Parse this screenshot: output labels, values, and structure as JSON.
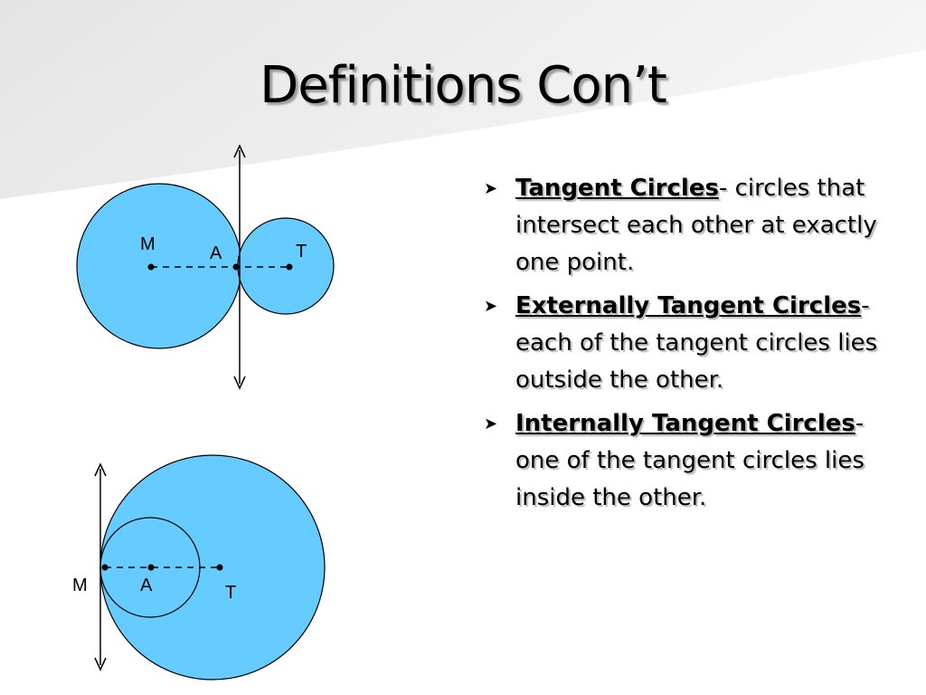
{
  "slide": {
    "title": "Definitions Con’t",
    "colors": {
      "circle_fill": "#66ccff",
      "background_sweep": "#ececec"
    }
  },
  "diagram_external": {
    "labels": {
      "m": "M",
      "a": "A",
      "t": "T"
    }
  },
  "diagram_internal": {
    "labels": {
      "m": "M",
      "a": "A",
      "t": "T"
    }
  },
  "bullets": [
    {
      "icon": "arrow-bullet-icon",
      "term": "Tangent Circles",
      "definition": "- circles that intersect each other at exactly one point."
    },
    {
      "icon": "arrow-bullet-icon",
      "term": "Externally Tangent Circles",
      "definition": "- each of the tangent circles lies outside the other."
    },
    {
      "icon": "arrow-bullet-icon",
      "term": "Internally Tangent Circles",
      "definition": "- one of the tangent circles lies inside the other."
    }
  ]
}
